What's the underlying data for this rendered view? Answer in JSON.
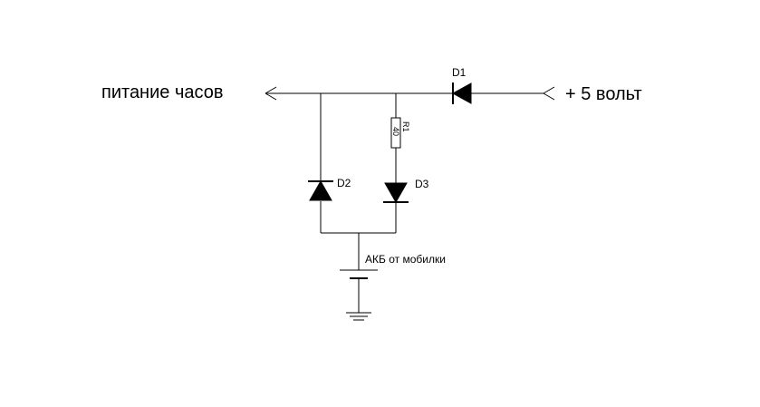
{
  "schematic": {
    "output_label": "питание часов",
    "input_label": "+ 5 вольт",
    "battery_label": "АКБ от мобилки",
    "components": {
      "d1": "D1",
      "d2": "D2",
      "d3": "D3",
      "r1_name": "R1",
      "r1_value": "40"
    }
  }
}
